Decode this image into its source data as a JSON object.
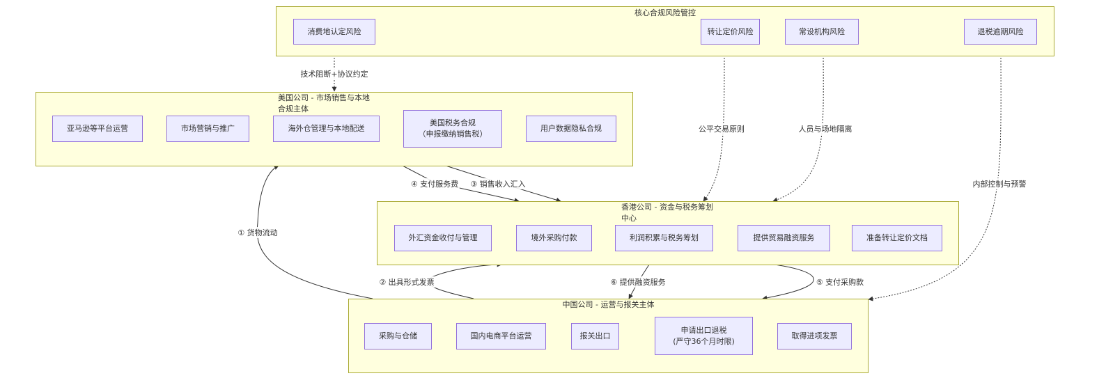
{
  "clusters": {
    "core": {
      "title": "核心合规风险管控",
      "nodes": [
        "消费地认定风险",
        "转让定价风险",
        "常设机构风险",
        "退税逾期风险"
      ]
    },
    "us": {
      "title": "美国公司 - 市场销售与本地\n合规主体",
      "nodes": [
        "亚马逊等平台运营",
        "市场营销与推广",
        "海外仓管理与本地配送",
        "美国税务合规\n（申报缴纳销售税）",
        "用户数据隐私合规"
      ]
    },
    "hk": {
      "title": "香港公司 - 资金与税务筹划\n中心",
      "nodes": [
        "外汇资金收付与管理",
        "境外采购付款",
        "利润积累与税务筹划",
        "提供贸易融资服务",
        "准备转让定价文档"
      ]
    },
    "cn": {
      "title": "中国公司 - 运营与报关主体",
      "nodes": [
        "采购与仓储",
        "国内电商平台运营",
        "报关出口",
        "申请出口退税\n(严守36个月时限)",
        "取得进项发票"
      ]
    }
  },
  "edges": {
    "tech_block": "技术阻断+协议约定",
    "arms_length": "公平交易原则",
    "separation": "人员与场地隔离",
    "internal_control": "内部控制与预警",
    "e1": "① 货物流动",
    "e2": "② 出具形式发票",
    "e3": "③ 销售收入汇入",
    "e4": "④ 支付服务费",
    "e5": "⑤ 支付采购款",
    "e6": "⑥ 提供融资服务"
  },
  "colors": {
    "cluster_fill": "#ffffde",
    "cluster_border": "#aaaa33",
    "node_fill": "#ececff",
    "node_border": "#9370db",
    "edge": "#333333"
  }
}
